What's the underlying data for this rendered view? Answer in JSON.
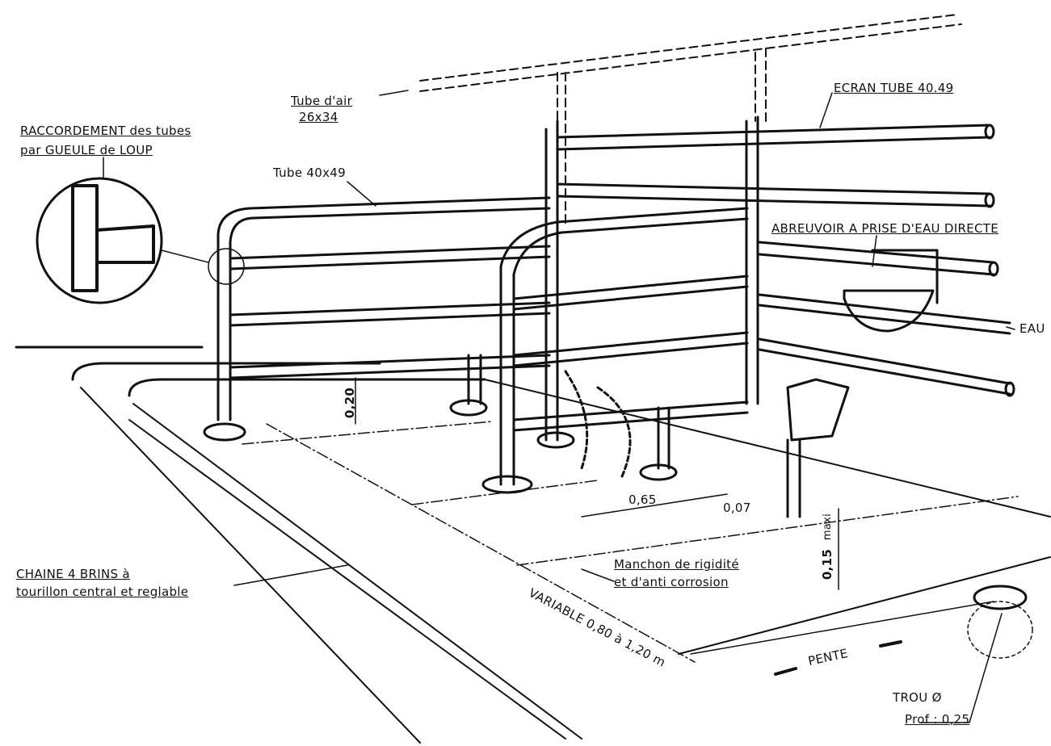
{
  "labels": {
    "tube_air": "Tube d'air",
    "tube_air_size": "26x34",
    "ecran": "ECRAN  TUBE 40.49",
    "raccordement_1": "RACCORDEMENT des tubes",
    "raccordement_2": "par GUEULE de LOUP",
    "tube_4049": "Tube 40x49",
    "abreuvoir": "ABREUVOIR A PRISE D'EAU DIRECTE",
    "eau": "EAU",
    "dim_020": "0,20",
    "dim_065": "0,65",
    "dim_007": "0,07",
    "dim_015": "0,15",
    "dim_max": "maxi",
    "manchon_1": "Manchon de rigidité",
    "manchon_2": "et d'anti corrosion",
    "chaine_1": "CHAINE 4 BRINS à",
    "chaine_2": "tourillon central et reglable",
    "variable": "VARIABLE 0,80 à 1,20 m",
    "pente": "PENTE",
    "trou": "TROU Ø",
    "prof": "Prof : 0,25"
  },
  "colors": {
    "ink": "#111111",
    "paper": "#ffffff"
  }
}
